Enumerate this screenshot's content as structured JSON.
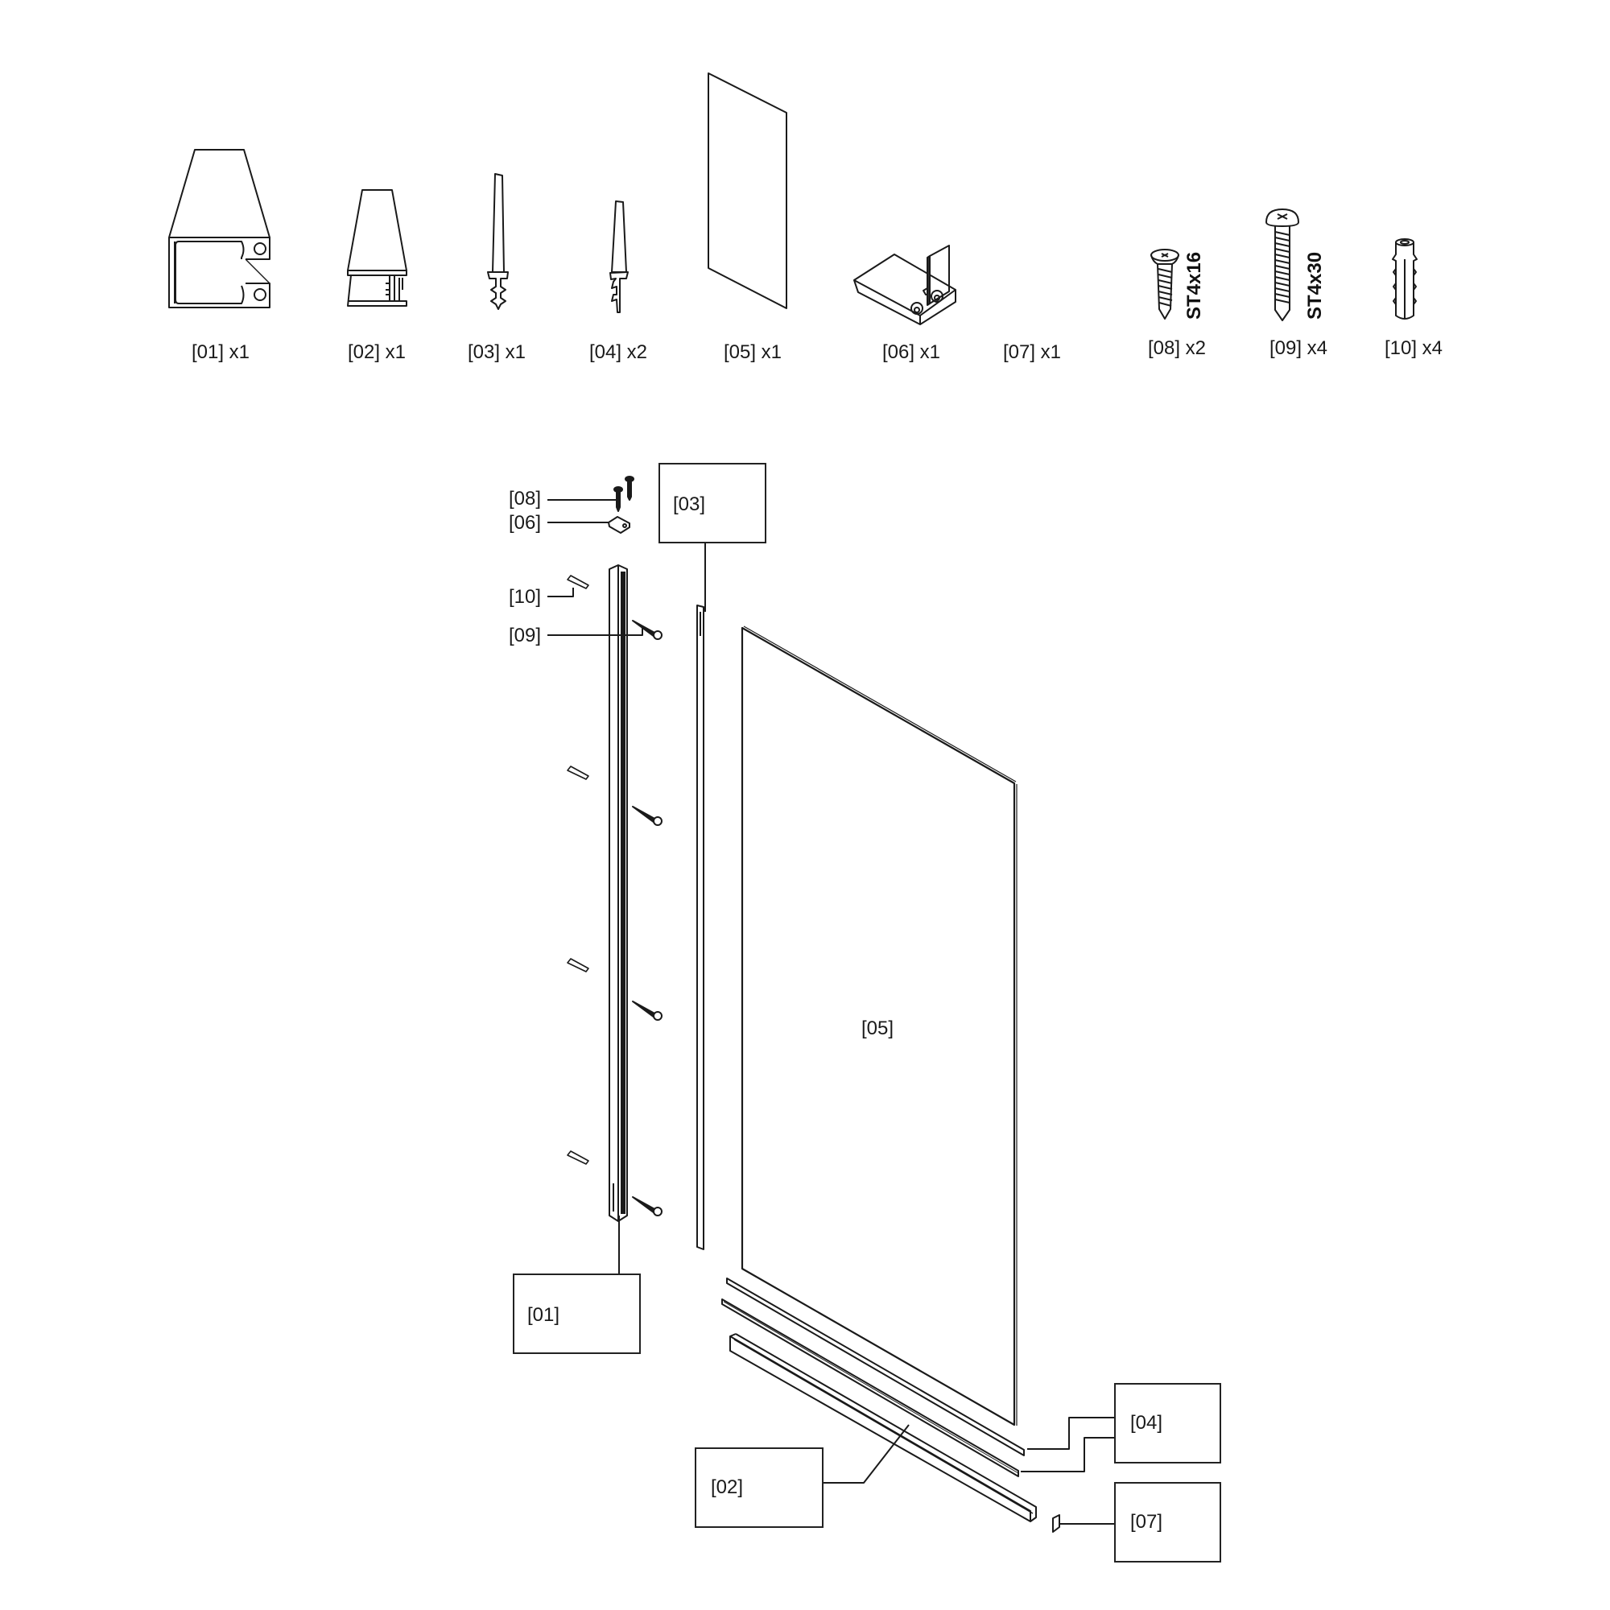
{
  "parts_list": [
    {
      "id": "01",
      "label": "[01] x1",
      "qty": 1,
      "icon": "aluminium-wall-profile-icon"
    },
    {
      "id": "02",
      "label": "[02] x1",
      "qty": 1,
      "icon": "bottom-channel-profile-icon"
    },
    {
      "id": "03",
      "label": "[03] x1",
      "qty": 1,
      "icon": "vertical-seal-icon"
    },
    {
      "id": "04",
      "label": "[04] x2",
      "qty": 2,
      "icon": "bottom-seal-icon"
    },
    {
      "id": "05",
      "label": "[05] x1",
      "qty": 1,
      "icon": "glass-panel-icon"
    },
    {
      "id": "06",
      "label": "[06] x1",
      "qty": 1,
      "icon": "top-bracket-block-icon"
    },
    {
      "id": "07",
      "label": "[07] x1",
      "qty": 1,
      "icon": "end-cap-icon"
    },
    {
      "id": "08",
      "label": "[08] x2",
      "qty": 2,
      "icon": "countersunk-screw-icon",
      "spec": "ST4x16"
    },
    {
      "id": "09",
      "label": "[09] x4",
      "qty": 4,
      "icon": "pan-head-screw-icon",
      "spec": "ST4x30"
    },
    {
      "id": "10",
      "label": "[10] x4",
      "qty": 4,
      "icon": "wall-plug-icon"
    }
  ],
  "assembly": {
    "leaders": {
      "l08": "[08]",
      "l06": "[06]",
      "l10": "[10]",
      "l09": "[09]",
      "l05": "[05]"
    },
    "callouts": {
      "c03": "[03]",
      "c01": "[01]",
      "c04": "[04]",
      "c02": "[02]",
      "c07": "[07]"
    }
  },
  "colors": {
    "line": "#1a1a1a",
    "background": "#ffffff"
  }
}
